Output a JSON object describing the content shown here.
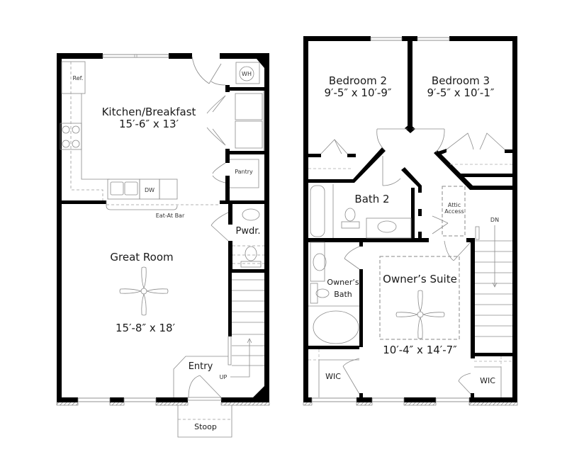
{
  "plans": {
    "first_floor": {
      "rooms": {
        "kitchen": {
          "name": "Kitchen/Breakfast",
          "size": "15′-6″ x 13′"
        },
        "great_room": {
          "name": "Great Room",
          "size": "15′-8″ x 18′"
        },
        "powder": {
          "name": "Pwdr."
        },
        "entry": {
          "name": "Entry"
        },
        "stoop": {
          "name": "Stoop"
        },
        "pantry": {
          "name": "Pantry"
        }
      },
      "fixtures": {
        "ref": "Ref.",
        "wh": "WH",
        "dw": "DW",
        "eat_at_bar": "Eat-At Bar",
        "up": "UP"
      }
    },
    "second_floor": {
      "rooms": {
        "bedroom2": {
          "name": "Bedroom 2",
          "size": "9′-5″ x 10′-9″"
        },
        "bedroom3": {
          "name": "Bedroom 3",
          "size": "9′-5″ x 10′-1″"
        },
        "bath2": {
          "name": "Bath 2"
        },
        "owners_suite": {
          "name": "Owner’s Suite",
          "size": "10′-4″ x 14′-7″"
        },
        "owners_bath": {
          "name1": "Owner’s",
          "name2": "Bath"
        },
        "wic_left": {
          "name": "WIC"
        },
        "wic_right": {
          "name": "WIC"
        }
      },
      "fixtures": {
        "attic1": "Attic",
        "attic2": "Access",
        "dn": "DN"
      }
    }
  },
  "colors": {
    "wall": "#000000",
    "thin_line": "#8a8a8a",
    "dashed": "#9a9a9a",
    "background": "#ffffff"
  }
}
